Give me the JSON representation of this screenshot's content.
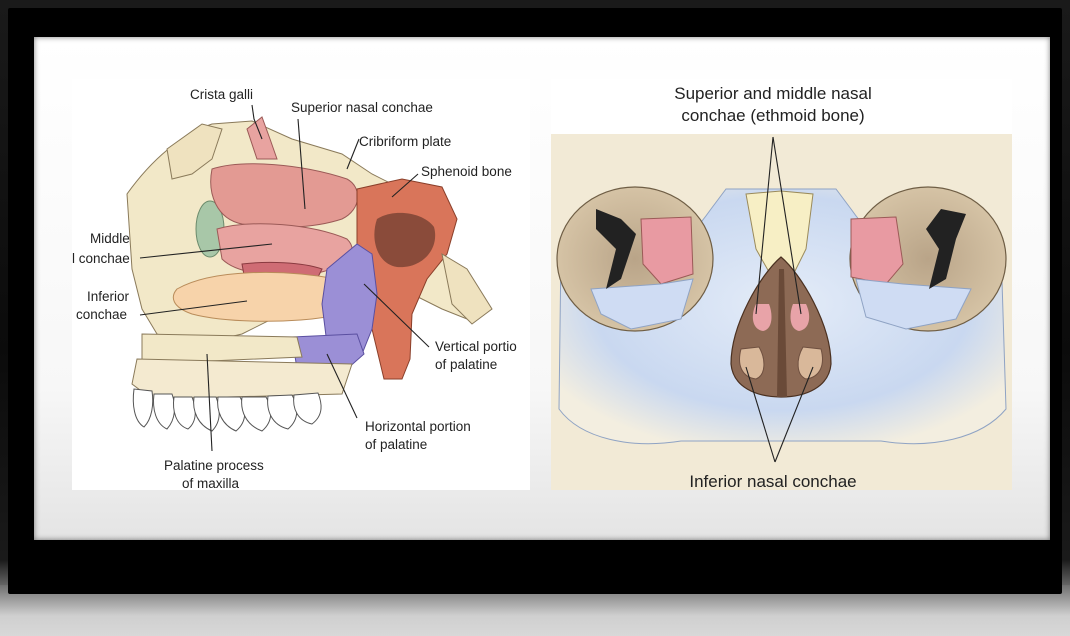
{
  "left_diagram": {
    "labels": {
      "crista_galli": "Crista galli",
      "superior_nasal_conchae": "Superior nasal conchae",
      "cribriform_plate": "Cribriform plate",
      "sphenoid_bone": "Sphenoid bone",
      "middle_line1": "Middle",
      "middle_line2": "l conchae",
      "inferior_line1": "Inferior",
      "inferior_line2": "conchae",
      "vertical_line1": "Vertical portio",
      "vertical_line2": "of palatine",
      "horizontal_line1": "Horizontal portion",
      "horizontal_line2": "of palatine",
      "palatine_line1": "Palatine process",
      "palatine_line2": "of maxilla"
    }
  },
  "right_diagram": {
    "labels": {
      "top_line1": "Superior and middle nasal",
      "top_line2": "conchae (ethmoid bone)",
      "bottom": "Inferior nasal conchae"
    }
  },
  "colors": {
    "sphenoid": "#d9755a",
    "palatine": "#9b8fd6",
    "conchae_pink": "#e8a3a0",
    "inferior_concha": "#f7d3aa",
    "bone": "#f2e8c8",
    "maxilla_blue": "#c9d8f0"
  }
}
